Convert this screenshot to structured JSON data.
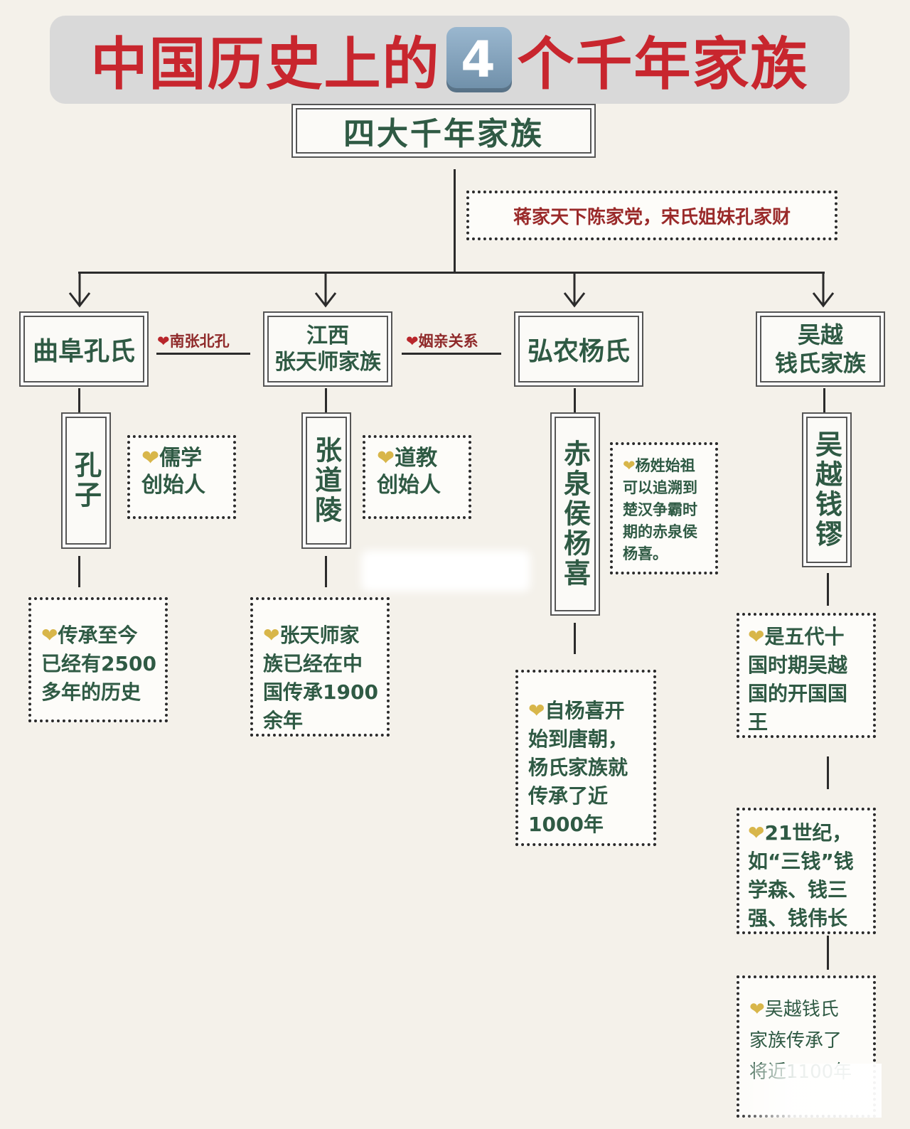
{
  "banner": {
    "title_prefix": "中国历史上的",
    "number": "4",
    "title_suffix": "个千年家族"
  },
  "root": {
    "label": "四大千年家族"
  },
  "root_note": "蒋家天下陈家党，宋氏姐妹孔家财",
  "relations": {
    "kong_zhang": "南张北孔",
    "zhang_yang": "姻亲关系"
  },
  "families": {
    "kong": {
      "name": "曲阜孔氏",
      "person": "孔子",
      "note_line1": "儒学",
      "note_line2": "创始人",
      "history": [
        "传承至今",
        "已经有2500",
        "多年的历史"
      ]
    },
    "zhang": {
      "name_line1": "江西",
      "name_line2": "张天师家族",
      "person": "张道陵",
      "note_line1": "道教",
      "note_line2": "创始人",
      "history": [
        "张天师家",
        "族已经在中",
        "国传承1900",
        "余年"
      ]
    },
    "yang": {
      "name": "弘农杨氏",
      "person": "赤泉侯杨喜",
      "note": [
        "杨姓始祖",
        "可以追溯到",
        "楚汉争霸时",
        "期的赤泉侯",
        "杨喜。"
      ],
      "history": [
        "自杨喜开",
        "始到唐朝，",
        "杨氏家族就",
        "传承了近",
        "1000年"
      ]
    },
    "qian": {
      "name_line1": "吴越",
      "name_line2": "钱氏家族",
      "person": "吴越钱镠",
      "note1": [
        "是五代十",
        "国时期吴越",
        "国的开国国",
        "王"
      ],
      "note2": [
        "21世纪，",
        "如“三钱”钱",
        "学森、钱三",
        "强、钱伟长"
      ],
      "note3": [
        "吴越钱氏",
        "家族传承了",
        "将近1100年"
      ]
    }
  },
  "colors": {
    "title_red": "#c8262e",
    "text_green": "#2f5a44",
    "heart_gold": "#d8b64a",
    "relation_red": "#8f2a2a"
  }
}
